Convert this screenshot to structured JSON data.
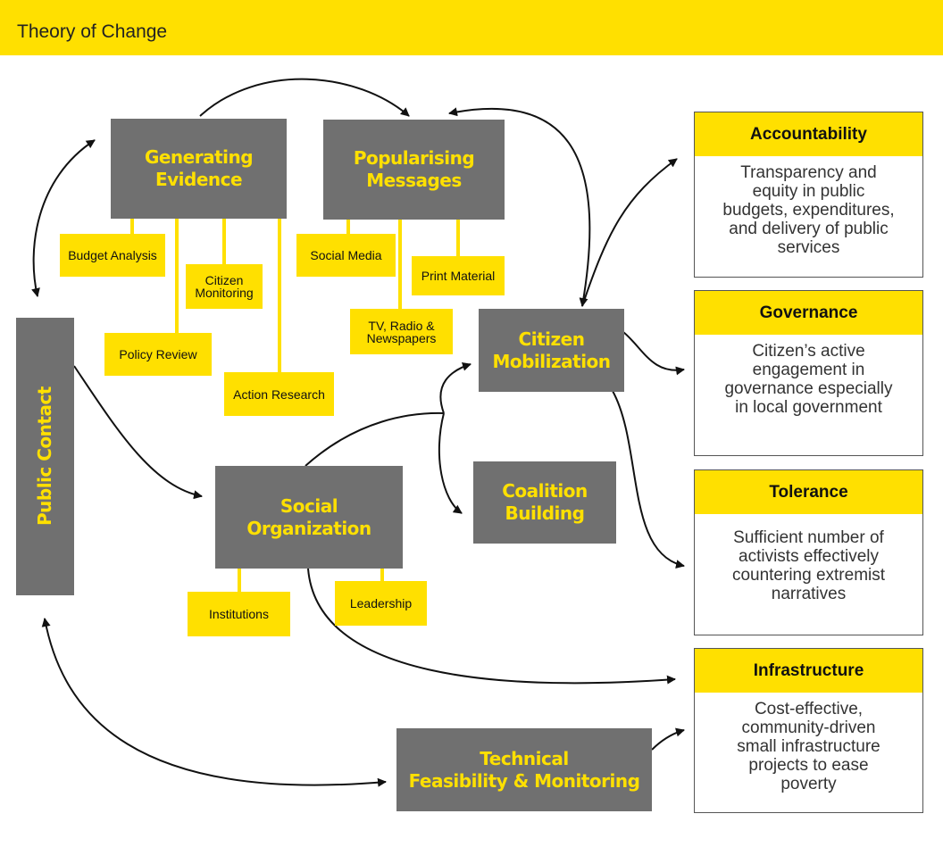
{
  "header": {
    "title": "Theory of Change"
  },
  "nodes": {
    "generating_evidence": "Generating\nEvidence",
    "popularising_messages": "Popularising\nMessages",
    "public_contact": "Public Contact",
    "citizen_mobilization": "Citizen\nMobilization",
    "social_organization": "Social\nOrganization",
    "coalition_building": "Coalition\nBuilding",
    "technical_feasibility": "Technical\nFeasibility & Monitoring"
  },
  "sub_items": {
    "budget_analysis": "Budget Analysis",
    "citizen_monitoring": "Citizen\nMonitoring",
    "policy_review": "Policy Review",
    "action_research": "Action Research",
    "social_media": "Social Media",
    "print_material": "Print Material",
    "tv_radio": "TV, Radio &\nNewspapers",
    "institutions": "Institutions",
    "leadership": "Leadership"
  },
  "outcomes": [
    {
      "title": "Accountability",
      "text": "Transparency and\nequity in public\nbudgets, expenditures,\nand delivery of public\nservices"
    },
    {
      "title": "Governance",
      "text": "Citizen’s active\nengagement in\ngovernance especially\nin local government"
    },
    {
      "title": "Tolerance",
      "text": "Sufficient number of\nactivists effectively\ncountering extremist\nnarratives"
    },
    {
      "title": "Infrastructure",
      "text": "Cost-effective,\ncommunity-driven\nsmall infrastructure\nprojects  to ease\npoverty"
    }
  ],
  "colors": {
    "accent": "#ffe000",
    "box": "#707070",
    "line": "#111111"
  }
}
